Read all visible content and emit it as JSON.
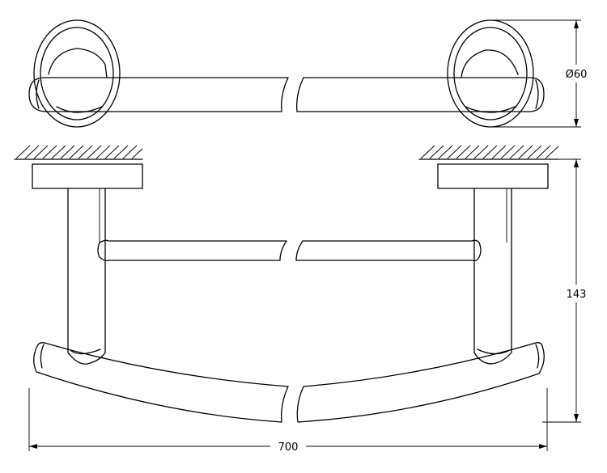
{
  "dimensions": {
    "diameter": "Ø60",
    "height": "143",
    "width": "700"
  }
}
